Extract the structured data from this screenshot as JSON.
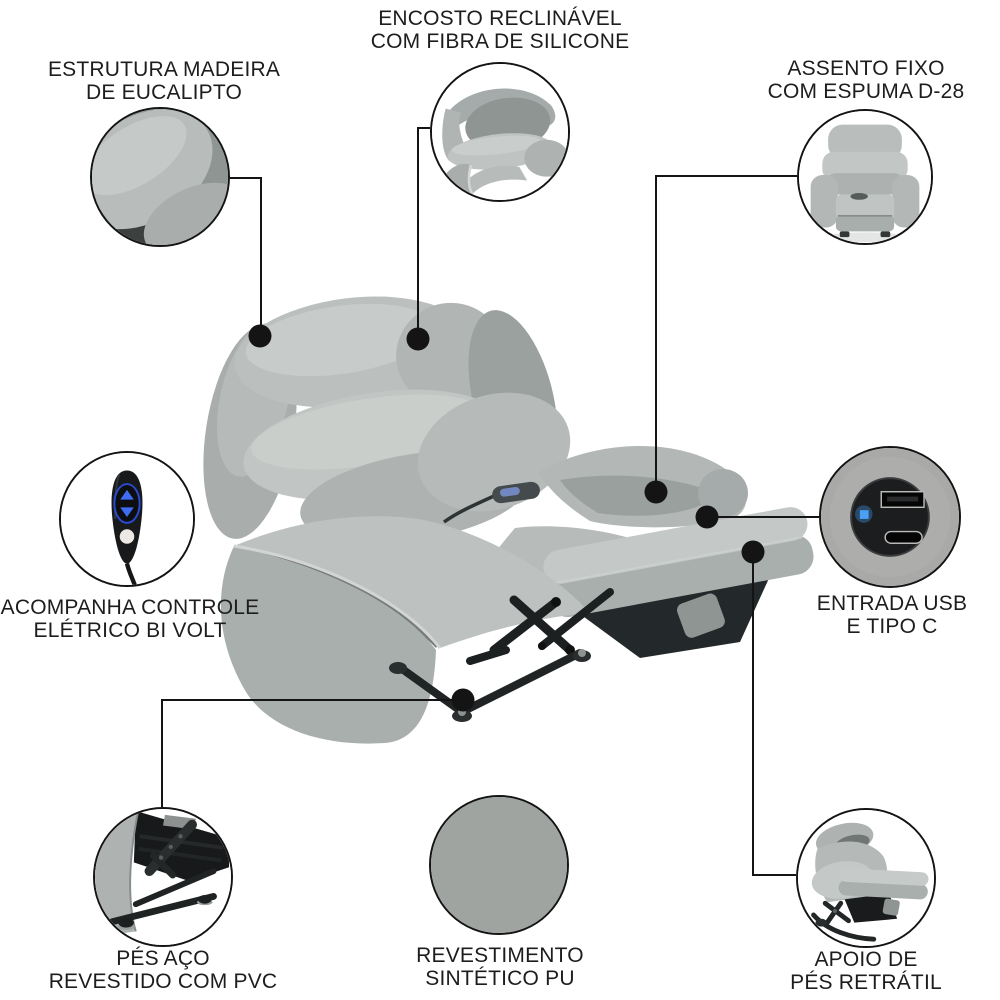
{
  "callouts": [
    {
      "id": "estrutura-madeira",
      "lines": [
        "ESTRUTURA MADEIRA",
        "DE EUCALIPTO"
      ]
    },
    {
      "id": "encosto-reclinavel",
      "lines": [
        "ENCOSTO RECLINÁVEL",
        "COM FIBRA DE SILICONE"
      ]
    },
    {
      "id": "assento-fixo",
      "lines": [
        "ASSENTO FIXO",
        "COM ESPUMA D-28"
      ]
    },
    {
      "id": "controle-eletrico",
      "lines": [
        "ACOMPANHA CONTROLE",
        "ELÉTRICO BI VOLT"
      ]
    },
    {
      "id": "entrada-usb",
      "lines": [
        "ENTRADA USB",
        "E TIPO C"
      ]
    },
    {
      "id": "pes-aco",
      "lines": [
        "PÉS AÇO",
        "REVESTIDO COM PVC"
      ]
    },
    {
      "id": "revestimento-pu",
      "lines": [
        "REVESTIMENTO",
        "SINTÉTICO PU"
      ]
    },
    {
      "id": "apoio-pes",
      "lines": [
        "APOIO DE",
        "PÉS RETRÁTIL"
      ]
    }
  ],
  "colors": {
    "background": "#ffffff",
    "connector_line": "#141414",
    "text": "#1d1d1d",
    "fabric": "#b5bab8",
    "fabric_light": "#c7cbc9",
    "fabric_dark": "#9aa09e",
    "frame_black": "#1d2021",
    "led_blue": "#3f8ef2",
    "swatch_gray": "#9da19e"
  }
}
